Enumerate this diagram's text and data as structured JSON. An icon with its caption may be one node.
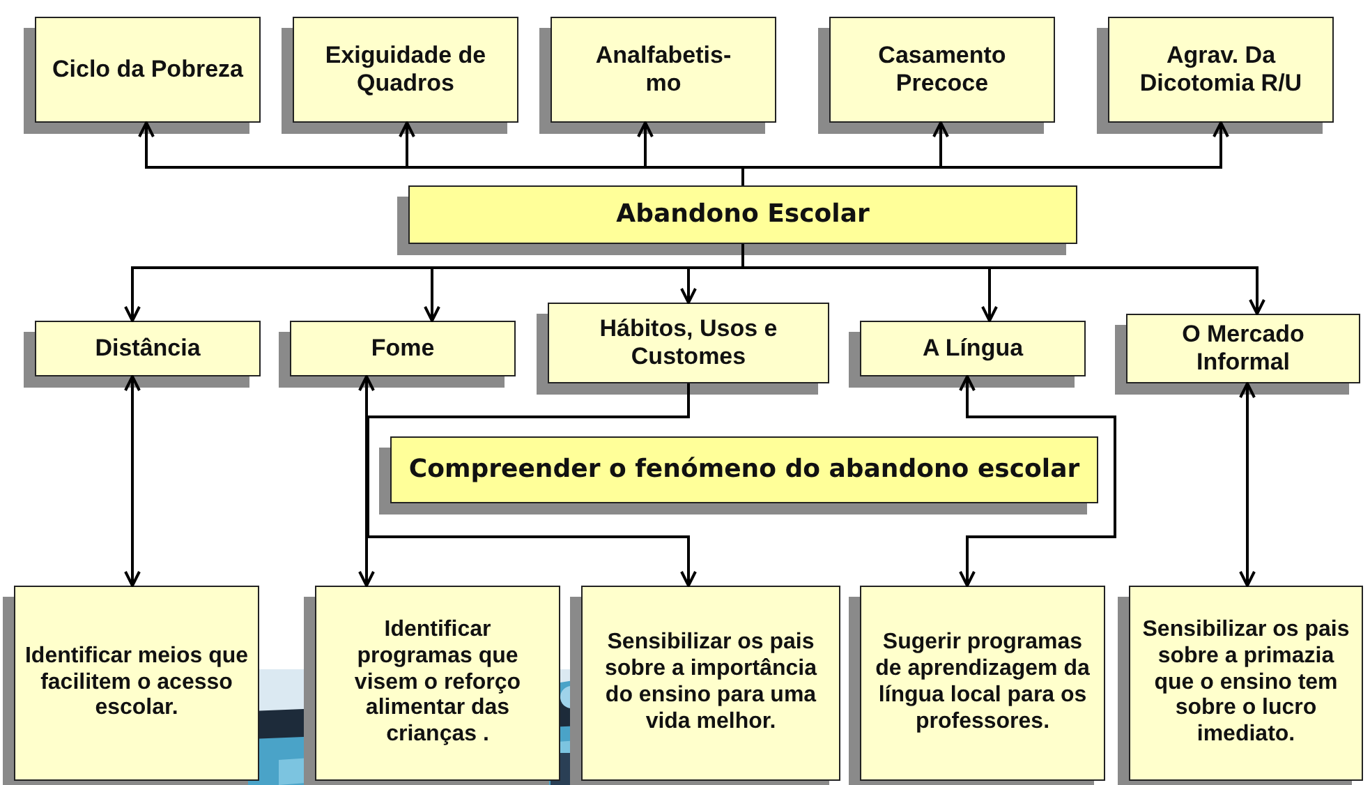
{
  "diagram": {
    "nodes": [
      {
        "text": [
          "Ciclo da Pobreza"
        ]
      },
      {
        "text": [
          "Exiguidade de Quadros"
        ]
      },
      {
        "text": [
          "Analfabetis- mo"
        ]
      },
      {
        "text": [
          "Casamento Precoce"
        ]
      },
      {
        "text": [
          "Agrav. Da Dicotomia R/U"
        ]
      },
      {
        "text": [
          "Abandono Escolar"
        ]
      },
      {
        "text": [
          "Distância"
        ]
      },
      {
        "text": [
          "Fome"
        ]
      },
      {
        "text": [
          "Hábitos, Usos e Customes"
        ]
      },
      {
        "text": [
          "A Língua"
        ]
      },
      {
        "text": [
          "O Mercado Informal"
        ]
      },
      {
        "text": [
          "Compreender o fenómeno do abandono escolar"
        ]
      },
      {
        "text": [
          "Identificar meios que facilitem o acesso escolar."
        ]
      },
      {
        "text": [
          "Identificar programas que visem o reforço alimentar das crianças ."
        ]
      },
      {
        "text": [
          "Sensibilizar os pais sobre a importância do ensino para uma vida melhor."
        ]
      },
      {
        "text": [
          "Sugerir programas de aprendizagem da língua local para os professores."
        ]
      },
      {
        "text": [
          "Sensibilizar os pais sobre a primazia que o ensino tem sobre o lucro imediato."
        ]
      }
    ],
    "edges": [
      {
        "from": 5,
        "to": 0,
        "arrow": "to"
      },
      {
        "from": 5,
        "to": 1,
        "arrow": "to"
      },
      {
        "from": 5,
        "to": 2,
        "arrow": "to"
      },
      {
        "from": 5,
        "to": 3,
        "arrow": "to"
      },
      {
        "from": 5,
        "to": 4,
        "arrow": "to"
      },
      {
        "from": 5,
        "to": 6,
        "arrow": "to"
      },
      {
        "from": 5,
        "to": 7,
        "arrow": "to"
      },
      {
        "from": 5,
        "to": 8,
        "arrow": "to"
      },
      {
        "from": 5,
        "to": 9,
        "arrow": "to"
      },
      {
        "from": 5,
        "to": 10,
        "arrow": "to"
      },
      {
        "from": 6,
        "to": 12,
        "arrow": "both"
      },
      {
        "from": 7,
        "to": 13,
        "arrow": "both"
      },
      {
        "from": 8,
        "to": 14,
        "arrow": "to"
      },
      {
        "from": 9,
        "to": 15,
        "arrow": "both"
      },
      {
        "from": 10,
        "to": 16,
        "arrow": "both"
      }
    ]
  }
}
